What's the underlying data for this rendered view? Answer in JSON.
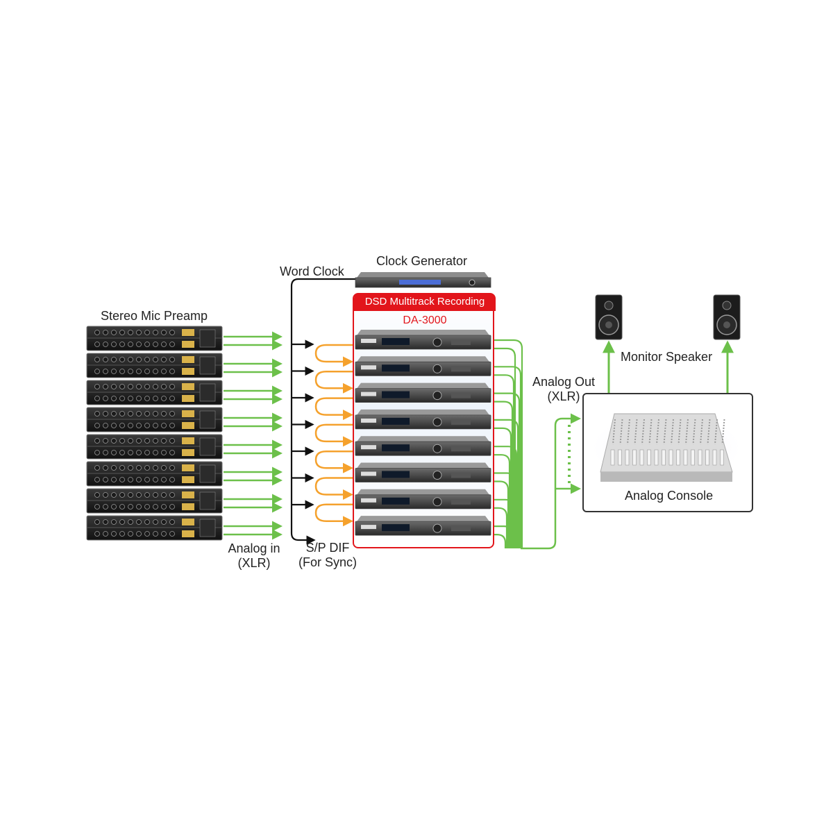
{
  "labels": {
    "stereo_mic_preamp": "Stereo Mic Preamp",
    "word_clock": "Word Clock",
    "clock_generator": "Clock Generator",
    "dsd_recording": "DSD Multitrack Recording",
    "da3000": "DA-3000",
    "analog_out_line1": "Analog Out",
    "analog_out_line2": "(XLR)",
    "monitor_speaker": "Monitor Speaker",
    "analog_console": "Analog Console",
    "analog_in_line1": "Analog in",
    "analog_in_line2": "(XLR)",
    "spdif_line1": "S/P DIF",
    "spdif_line2": "(For Sync)"
  },
  "colors": {
    "green": "#6cc04a",
    "orange": "#f5a12c",
    "red": "#e2151b",
    "black": "#111111"
  },
  "icons": {
    "preamp": "rack-preamp-icon",
    "recorder": "rack-recorder-icon",
    "clock": "clock-generator-icon",
    "speaker": "speaker-icon",
    "console": "mixing-console-icon"
  },
  "counts": {
    "preamps": 8,
    "recorders": 8,
    "speakers": 2
  }
}
